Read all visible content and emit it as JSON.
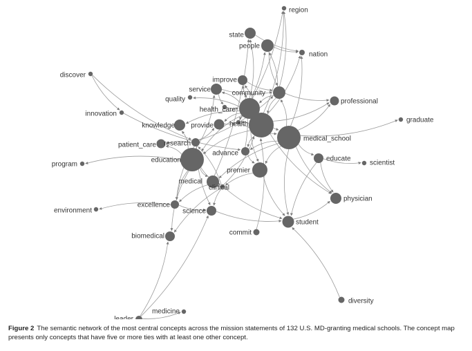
{
  "colors": {
    "node": "#666666",
    "edge": "#9a9a9a",
    "label": "#333333",
    "background": "#ffffff"
  },
  "nodes": [
    {
      "id": "region",
      "label": "region"
    },
    {
      "id": "state",
      "label": "state"
    },
    {
      "id": "people",
      "label": "people"
    },
    {
      "id": "nation",
      "label": "nation"
    },
    {
      "id": "discover",
      "label": "discover"
    },
    {
      "id": "improve",
      "label": "improve"
    },
    {
      "id": "service",
      "label": "service"
    },
    {
      "id": "community",
      "label": "community"
    },
    {
      "id": "quality",
      "label": "quality"
    },
    {
      "id": "professional",
      "label": "professional"
    },
    {
      "id": "health_care",
      "label": "health_care"
    },
    {
      "id": "innovation",
      "label": "innovation"
    },
    {
      "id": "graduate",
      "label": "graduate"
    },
    {
      "id": "knowledge",
      "label": "knowledge"
    },
    {
      "id": "provide",
      "label": "provide"
    },
    {
      "id": "health",
      "label": "health"
    },
    {
      "id": "medical_school",
      "label": "medical_school"
    },
    {
      "id": "patient_care",
      "label": "patient_care"
    },
    {
      "id": "research",
      "label": "research"
    },
    {
      "id": "advance",
      "label": "advance"
    },
    {
      "id": "educate",
      "label": "educate"
    },
    {
      "id": "scientist",
      "label": "scientist"
    },
    {
      "id": "education",
      "label": "education"
    },
    {
      "id": "program",
      "label": "program"
    },
    {
      "id": "premier",
      "label": "premier"
    },
    {
      "id": "medical",
      "label": "medical"
    },
    {
      "id": "clinical",
      "label": "clinical"
    },
    {
      "id": "physician",
      "label": "physician"
    },
    {
      "id": "excellence",
      "label": "excellence"
    },
    {
      "id": "environment",
      "label": "environment"
    },
    {
      "id": "science",
      "label": "science"
    },
    {
      "id": "student",
      "label": "student"
    },
    {
      "id": "commit",
      "label": "commit"
    },
    {
      "id": "biomedical",
      "label": "biomedical"
    },
    {
      "id": "diversity",
      "label": "diversity"
    },
    {
      "id": "medicine",
      "label": "medicine"
    },
    {
      "id": "leader",
      "label": "leader"
    },
    {
      "id": "hub_a",
      "label": ""
    },
    {
      "id": "hub_b",
      "label": ""
    }
  ],
  "edges": [
    [
      "health",
      "region"
    ],
    [
      "hub_a",
      "region"
    ],
    [
      "community",
      "region"
    ],
    [
      "medical",
      "state"
    ],
    [
      "hub_b",
      "state"
    ],
    [
      "health",
      "people"
    ],
    [
      "community",
      "people"
    ],
    [
      "state",
      "nation"
    ],
    [
      "hub_a",
      "nation"
    ],
    [
      "medical_school",
      "nation"
    ],
    [
      "people",
      "nation"
    ],
    [
      "discover",
      "innovation"
    ],
    [
      "discover",
      "research"
    ],
    [
      "hub_a",
      "improve"
    ],
    [
      "advance",
      "improve"
    ],
    [
      "hub_b",
      "service"
    ],
    [
      "education",
      "service"
    ],
    [
      "medical_school",
      "community"
    ],
    [
      "research",
      "community"
    ],
    [
      "people",
      "community"
    ],
    [
      "hub_b",
      "quality"
    ],
    [
      "hub_a",
      "professional"
    ],
    [
      "medical_school",
      "professional"
    ],
    [
      "community",
      "professional"
    ],
    [
      "health_care",
      "hub_b"
    ],
    [
      "service",
      "health_care"
    ],
    [
      "innovation",
      "advance"
    ],
    [
      "medical_school",
      "graduate"
    ],
    [
      "hub_b",
      "knowledge"
    ],
    [
      "education",
      "knowledge"
    ],
    [
      "research",
      "provide"
    ],
    [
      "hub_b",
      "provide"
    ],
    [
      "provide",
      "health"
    ],
    [
      "hub_a",
      "health"
    ],
    [
      "hub_b",
      "health"
    ],
    [
      "hub_b",
      "medical_school"
    ],
    [
      "education",
      "patient_care"
    ],
    [
      "research",
      "patient_care"
    ],
    [
      "clinical",
      "research"
    ],
    [
      "medical_school",
      "advance"
    ],
    [
      "hub_a",
      "advance"
    ],
    [
      "medical_school",
      "educate"
    ],
    [
      "educate",
      "scientist"
    ],
    [
      "educate",
      "physician"
    ],
    [
      "education",
      "program"
    ],
    [
      "hub_b",
      "education"
    ],
    [
      "hub_a",
      "education"
    ],
    [
      "medical_school",
      "premier"
    ],
    [
      "hub_b",
      "premier"
    ],
    [
      "medical_school",
      "medical"
    ],
    [
      "education",
      "medical"
    ],
    [
      "clinical",
      "hub_a"
    ],
    [
      "medical",
      "clinical"
    ],
    [
      "education",
      "clinical"
    ],
    [
      "hub_a",
      "physician"
    ],
    [
      "medical_school",
      "physician"
    ],
    [
      "student",
      "physician"
    ],
    [
      "education",
      "excellence"
    ],
    [
      "excellence",
      "environment"
    ],
    [
      "clinical",
      "science"
    ],
    [
      "research",
      "science"
    ],
    [
      "excellence",
      "science"
    ],
    [
      "premier",
      "student"
    ],
    [
      "clinical",
      "student"
    ],
    [
      "medical_school",
      "student"
    ],
    [
      "science",
      "student"
    ],
    [
      "commit",
      "hub_a"
    ],
    [
      "education",
      "biomedical"
    ],
    [
      "clinical",
      "biomedical"
    ],
    [
      "diversity",
      "student"
    ],
    [
      "leader",
      "medicine"
    ],
    [
      "leader",
      "biomedical"
    ],
    [
      "leader",
      "science"
    ],
    [
      "improve",
      "community"
    ],
    [
      "service",
      "community"
    ],
    [
      "advance",
      "premier"
    ],
    [
      "premier",
      "clinical"
    ],
    [
      "educate",
      "student"
    ],
    [
      "improve",
      "hub_b"
    ],
    [
      "research",
      "excellence"
    ],
    [
      "medical",
      "excellence"
    ],
    [
      "community",
      "hub_b"
    ],
    [
      "community",
      "hub_a"
    ],
    [
      "health",
      "medical_school"
    ]
  ],
  "caption": {
    "label": "Figure 2",
    "text": "The semantic network of the most central concepts across the mission statements of 132 U.S. MD-granting medical schools. The concept map presents only concepts that have five or more ties with at least one other concept."
  }
}
